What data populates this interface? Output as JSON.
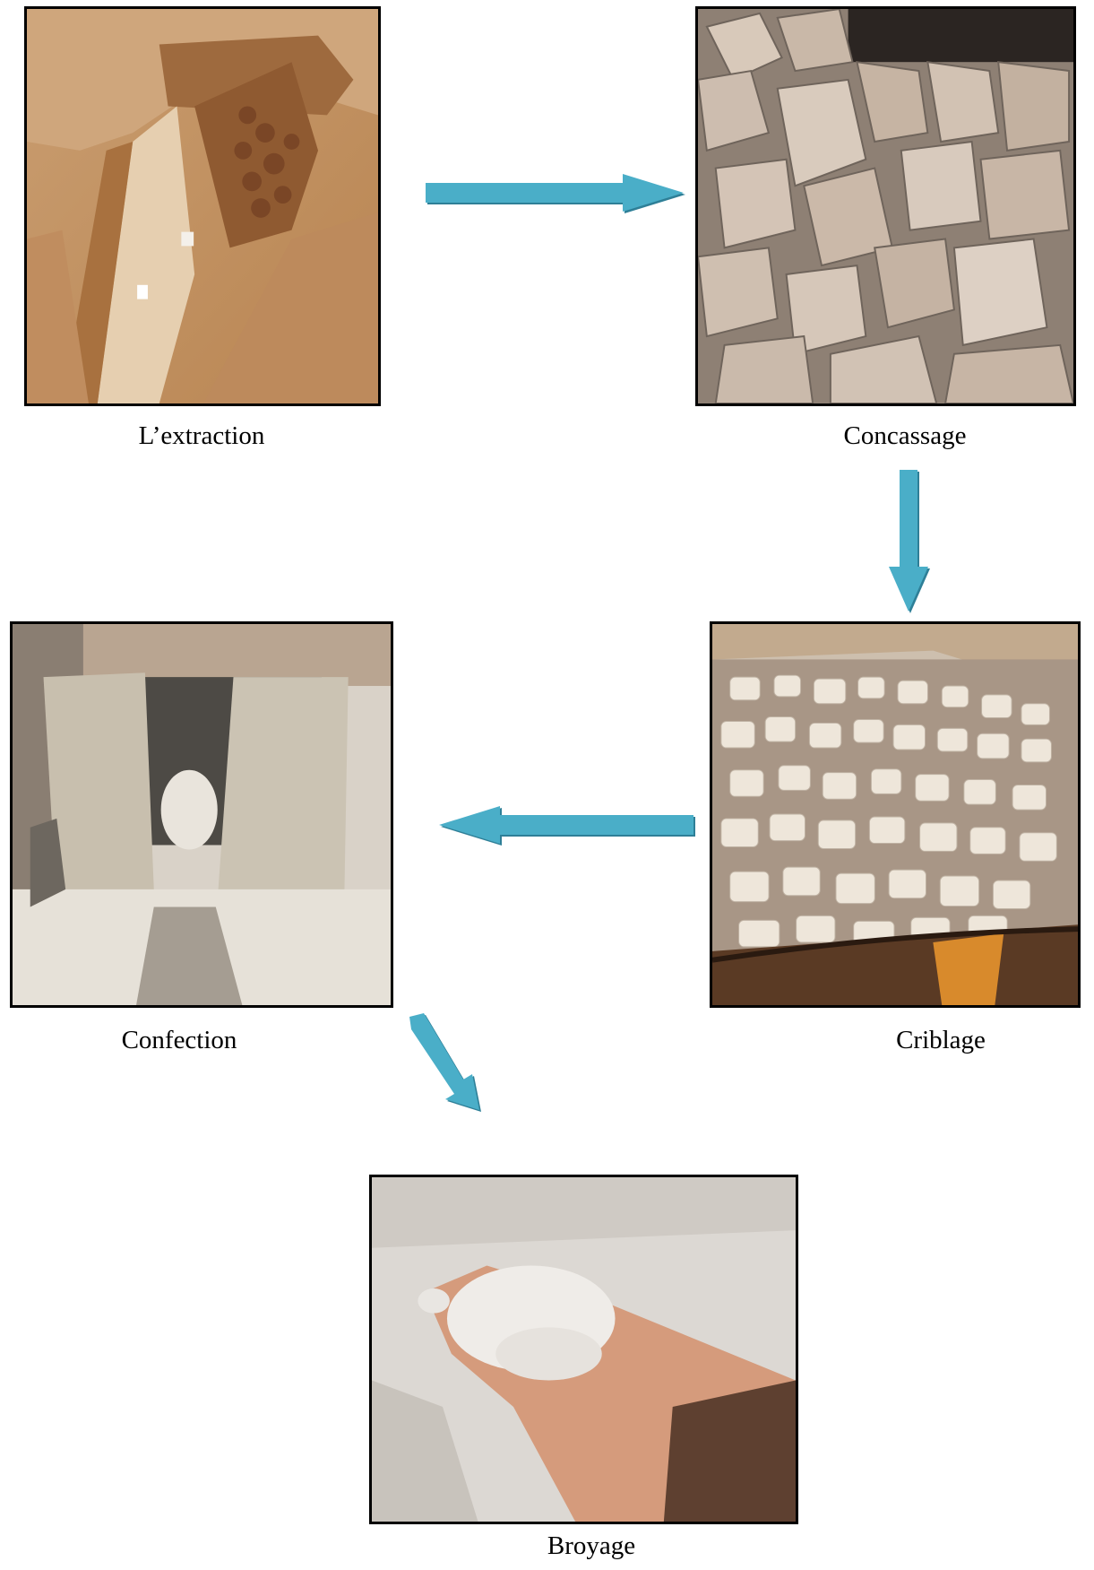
{
  "steps": {
    "extraction": "L’extraction",
    "concassage": "Concassage",
    "criblage": "Criblage",
    "confection": "Confection",
    "broyage": "Broyage"
  },
  "colors": {
    "arrow_fill": "#4aaec8",
    "arrow_edge": "#2e7f97",
    "frame": "#000000"
  }
}
